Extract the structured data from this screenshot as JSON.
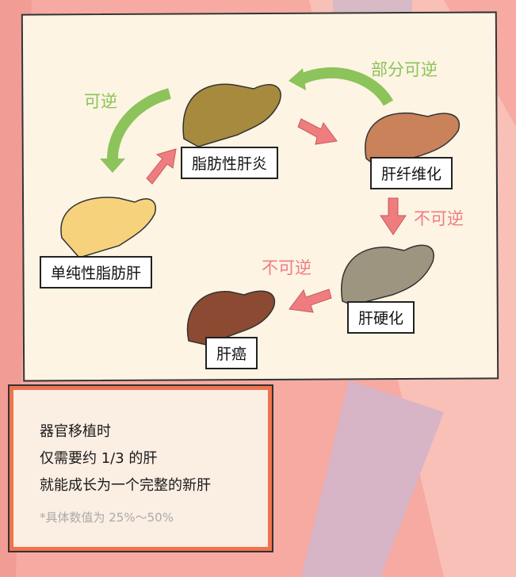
{
  "stages": {
    "simple_fatty_liver": "单纯性脂肪肝",
    "fatty_hepatitis": "脂肪性肝炎",
    "liver_fibrosis": "肝纤维化",
    "cirrhosis": "肝硬化",
    "liver_cancer": "肝癌"
  },
  "transitions": {
    "reversible": "可逆",
    "partially_reversible": "部分可逆",
    "irreversible_1": "不可逆",
    "irreversible_2": "不可逆"
  },
  "info": {
    "line1": "器官移植时",
    "line2": "仅需要约 1/3 的肝",
    "line3": "就能成长为一个完整的新肝",
    "note": "*具体数值为 25%～50%"
  },
  "colors": {
    "green": "#8cc35a",
    "pink": "#ef7d7f",
    "frame": "#f0734f"
  }
}
